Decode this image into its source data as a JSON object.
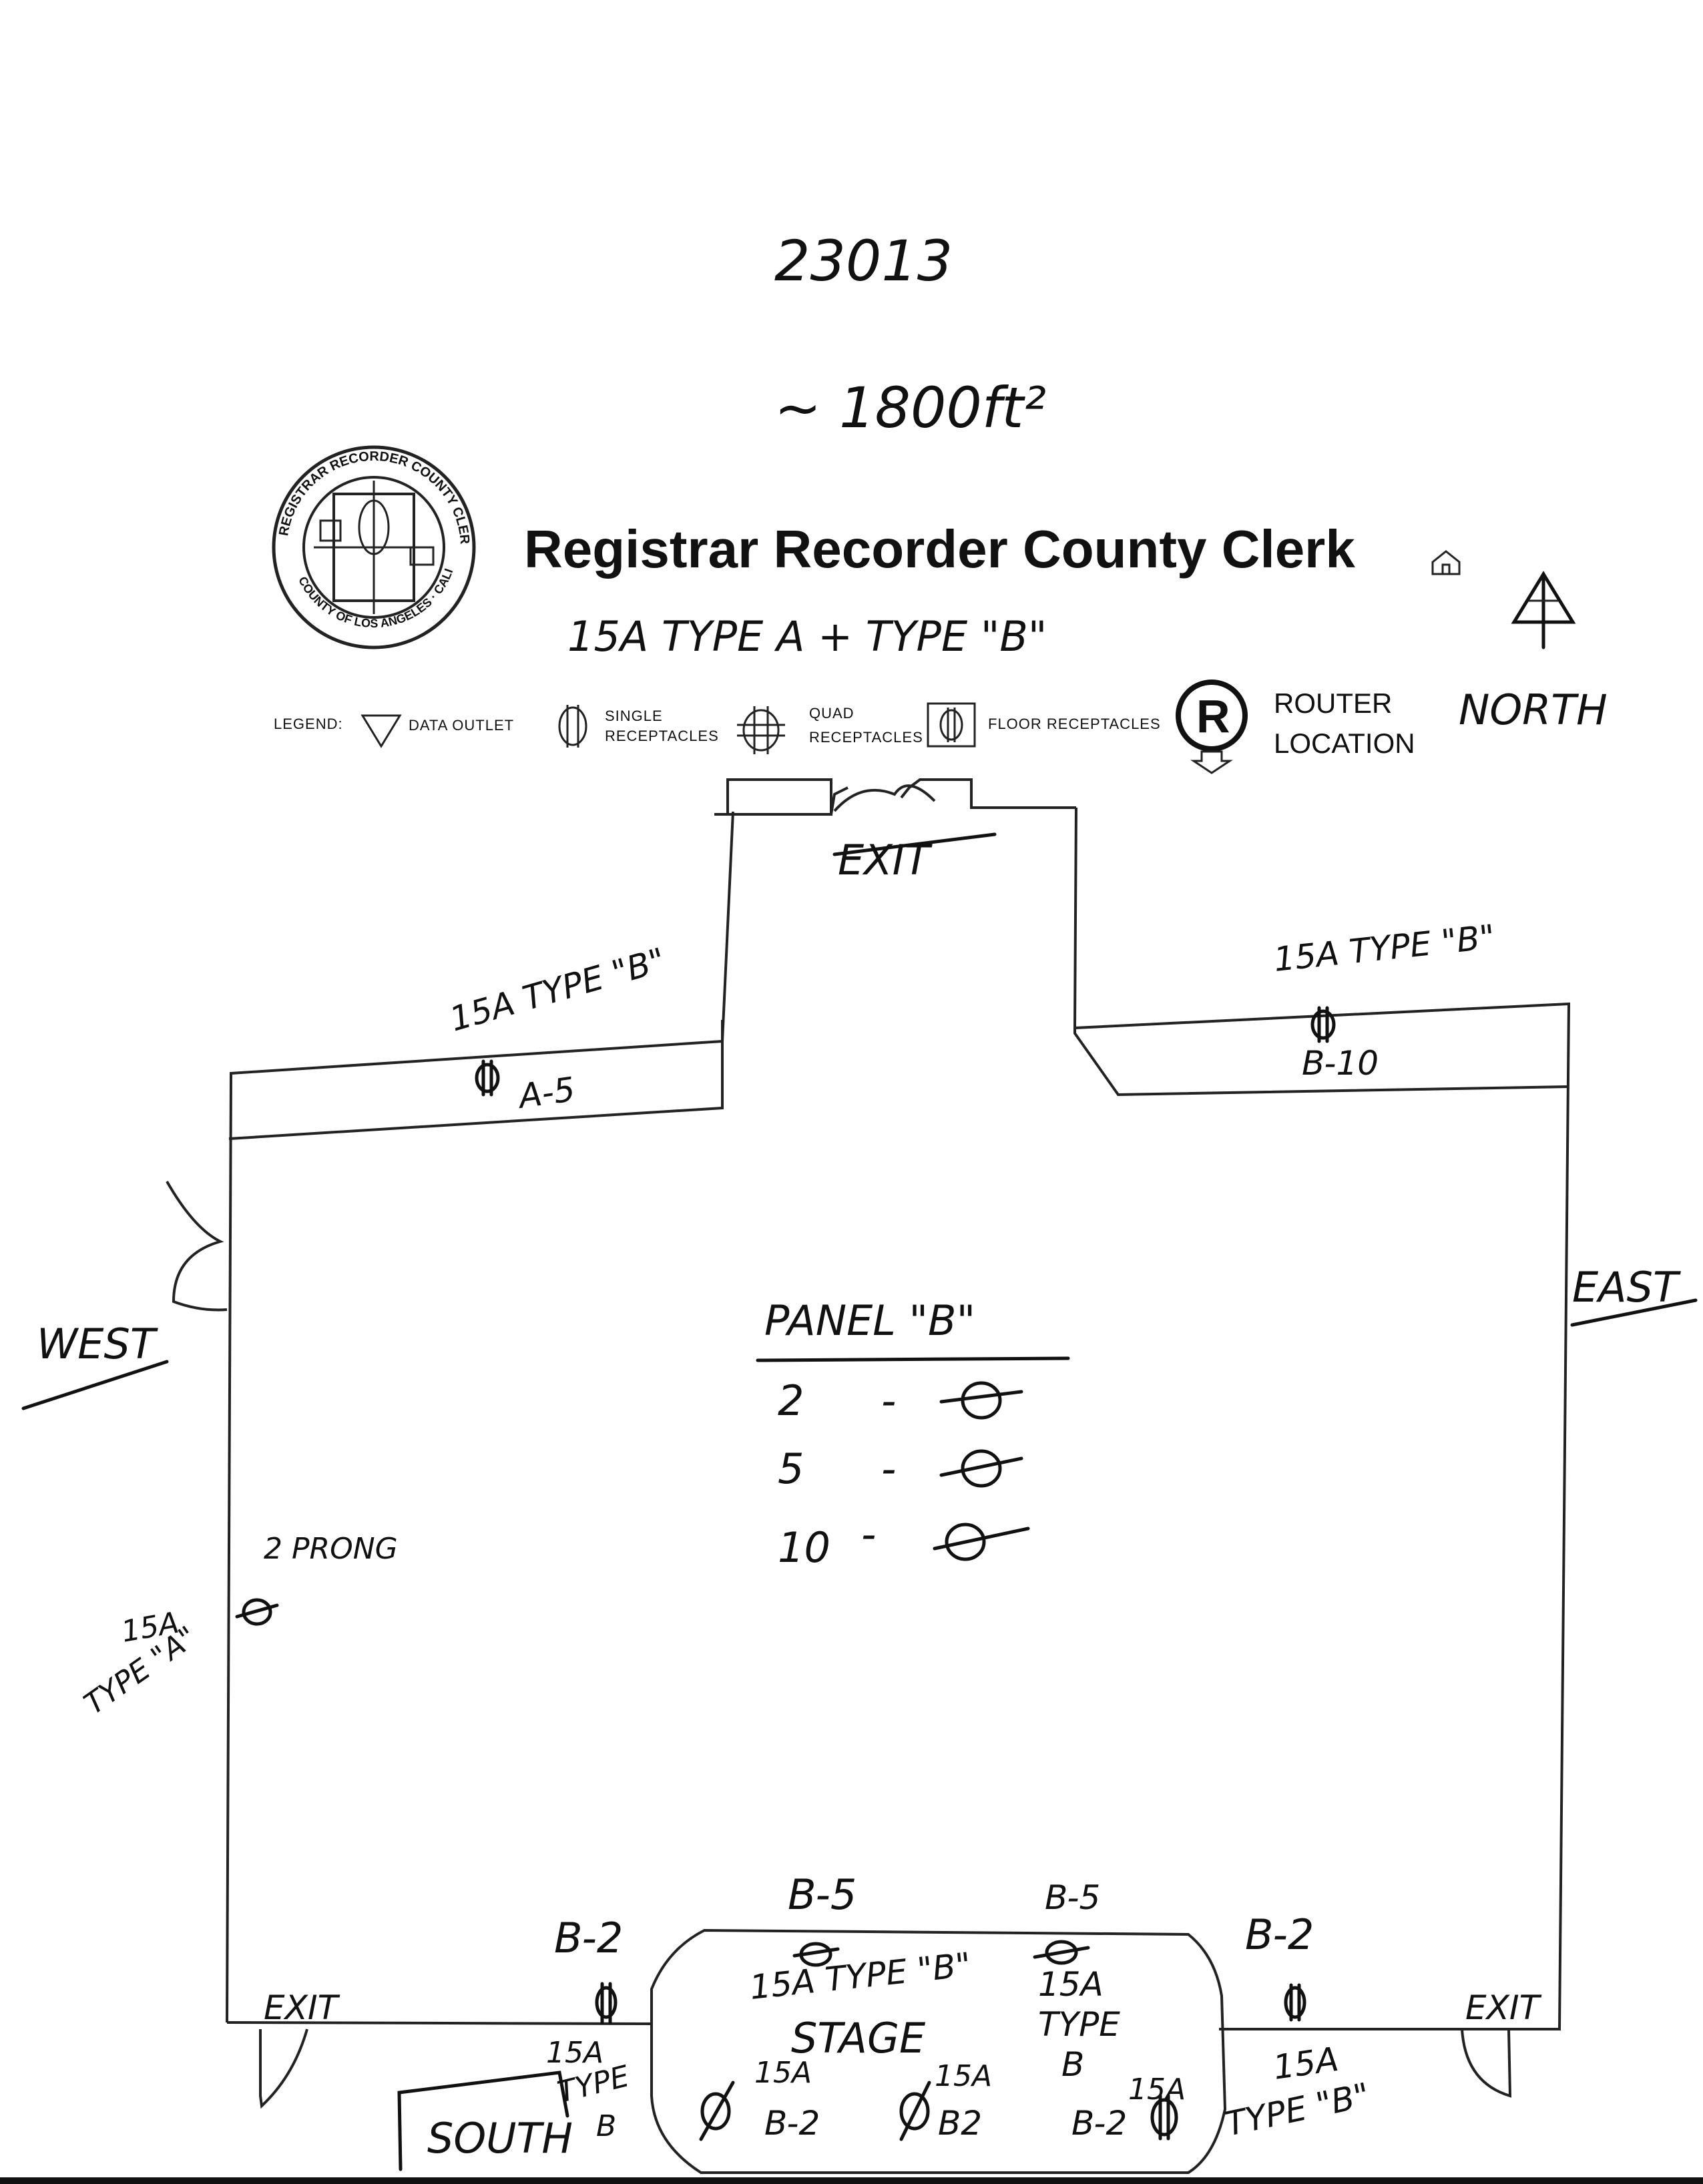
{
  "header": {
    "ticket_number": "23013",
    "area": "~ 1800ft²",
    "title": "Registrar Recorder County Clerk",
    "subtitle": "15A TYPE A + TYPE \"B\"",
    "north_label": "NORTH"
  },
  "seal": {
    "ring_top": "REGISTRAR RECORDER COUNTY CLERK",
    "ring_bottom": "COUNTY OF LOS ANGELES · CALIFORNIA"
  },
  "legend": {
    "label": "LEGEND:",
    "items": [
      {
        "icon": "data-outlet-triangle-icon",
        "text": "DATA OUTLET"
      },
      {
        "icon": "single-receptacle-icon",
        "text_line1": "SINGLE",
        "text_line2": "RECEPTACLES"
      },
      {
        "icon": "quad-receptacle-icon",
        "text_line1": "QUAD",
        "text_line2": "RECEPTACLES"
      },
      {
        "icon": "floor-receptacle-icon",
        "text": "FLOOR RECEPTACLES"
      },
      {
        "icon": "router-location-icon",
        "glyph": "R",
        "text_line1": "ROUTER",
        "text_line2": "LOCATION"
      }
    ]
  },
  "directions": {
    "west": "WEST",
    "east": "EAST",
    "south": "SOUTH"
  },
  "annotations": {
    "exit_north": "EXIT",
    "exit_southwest": "EXIT",
    "exit_southeast": "EXIT",
    "north_left_type": "15A TYPE \"B\"",
    "north_left_circuit": "A-5",
    "north_right_type": "15A TYPE \"B\"",
    "north_right_circuit": "B-10",
    "west_prong": "2 PRONG",
    "west_type_line1": "15A",
    "west_type_line2": "TYPE \"A\"",
    "stage": "STAGE",
    "stage_top_type": "15A TYPE \"B\"",
    "stage_top_left_circuit": "B-5",
    "stage_top_right_circuit": "B-5",
    "stage_right_type_line1": "15A",
    "stage_right_type_line2": "TYPE",
    "stage_right_type_line3": "B",
    "stage_floor_1_amp": "15A",
    "stage_floor_1_circuit": "B-2",
    "stage_floor_2_amp": "15A",
    "stage_floor_2_circuit": "B2",
    "stage_floor_3_amp": "15A",
    "stage_floor_3_circuit": "B-2",
    "south_left_circuit": "B-2",
    "south_left_type_line1": "15A",
    "south_left_type_line2": "TYPE",
    "south_left_type_line3": "B",
    "south_right_circuit": "B-2",
    "south_right_type_line1": "15A",
    "south_right_type_line2": "TYPE \"B\""
  },
  "panel": {
    "title": "PANEL \"B\"",
    "rows": [
      {
        "circuit": "2",
        "dash": "-"
      },
      {
        "circuit": "5",
        "dash": "-"
      },
      {
        "circuit": "10",
        "dash": "-"
      }
    ]
  }
}
